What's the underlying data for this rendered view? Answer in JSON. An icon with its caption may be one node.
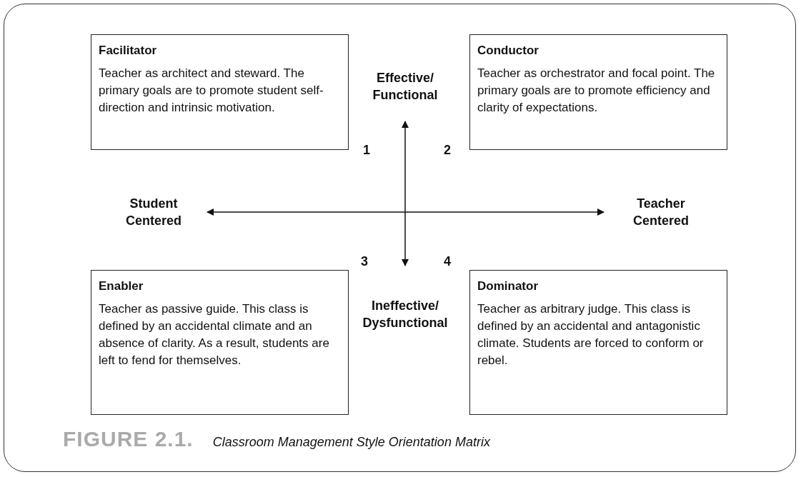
{
  "diagram": {
    "caption": "**FIGURE 2.1.** *Classroom Management Style Orientation Matrix*",
    "nodes": [
      {
        "text": [
          "Facilitator",
          "Teacher as architect and steward. The primary goals are to promote student self-direction and intrinsic motivation."
        ]
      },
      {
        "text": [
          "Conductor",
          "Teacher as orchestrator and focal point. The primary goals are to promote efficiency and clarity of expectations."
        ]
      },
      {
        "text": [
          "Enabler",
          "Teacher as passive guide. This class is defined by an accidental climate and an absence of clarity. As a result, students are left to fend for themselves."
        ]
      },
      {
        "text": [
          "Dominator",
          "Teacher as arbitrary judge. This class is defined by an accidental and antagonistic climate. Students are forced to conform or rebel."
        ]
      }
    ],
    "edges": [],
    "labels": [
      "Effective/ Functional",
      "1",
      "2",
      "Student Centered",
      "Teacher Centered",
      "3",
      "4",
      "Ineffective/ Dysfunctional"
    ]
  }
}
